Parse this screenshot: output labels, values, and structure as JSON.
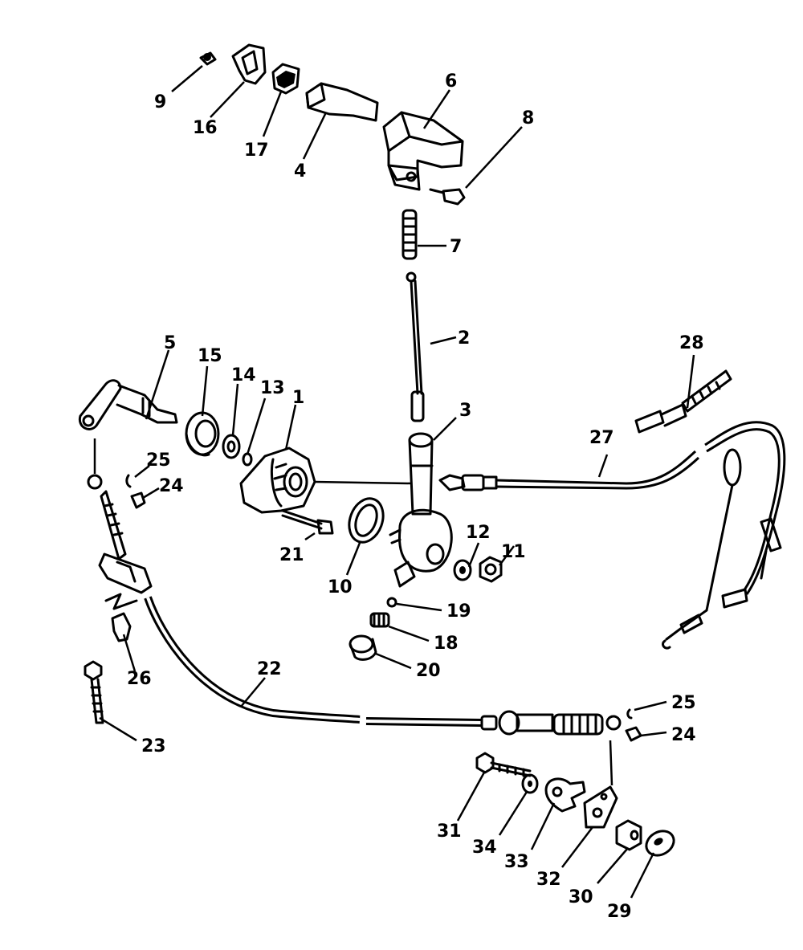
{
  "diagram": {
    "callouts": [
      {
        "id": "c1",
        "label": "1"
      },
      {
        "id": "c2",
        "label": "2"
      },
      {
        "id": "c3",
        "label": "3"
      },
      {
        "id": "c4",
        "label": "4"
      },
      {
        "id": "c5",
        "label": "5"
      },
      {
        "id": "c6",
        "label": "6"
      },
      {
        "id": "c7",
        "label": "7"
      },
      {
        "id": "c8",
        "label": "8"
      },
      {
        "id": "c9",
        "label": "9"
      },
      {
        "id": "c10",
        "label": "10"
      },
      {
        "id": "c11",
        "label": "11"
      },
      {
        "id": "c12",
        "label": "12"
      },
      {
        "id": "c13",
        "label": "13"
      },
      {
        "id": "c14",
        "label": "14"
      },
      {
        "id": "c15",
        "label": "15"
      },
      {
        "id": "c16",
        "label": "16"
      },
      {
        "id": "c17",
        "label": "17"
      },
      {
        "id": "c18",
        "label": "18"
      },
      {
        "id": "c19",
        "label": "19"
      },
      {
        "id": "c20",
        "label": "20"
      },
      {
        "id": "c21",
        "label": "21"
      },
      {
        "id": "c22",
        "label": "22"
      },
      {
        "id": "c23",
        "label": "23"
      },
      {
        "id": "c24a",
        "label": "24"
      },
      {
        "id": "c24b",
        "label": "24"
      },
      {
        "id": "c25a",
        "label": "25"
      },
      {
        "id": "c25b",
        "label": "25"
      },
      {
        "id": "c26",
        "label": "26"
      },
      {
        "id": "c27",
        "label": "27"
      },
      {
        "id": "c28",
        "label": "28"
      },
      {
        "id": "c29",
        "label": "29"
      },
      {
        "id": "c30",
        "label": "30"
      },
      {
        "id": "c31",
        "label": "31"
      },
      {
        "id": "c32",
        "label": "32"
      },
      {
        "id": "c33",
        "label": "33"
      },
      {
        "id": "c34",
        "label": "34"
      }
    ]
  }
}
